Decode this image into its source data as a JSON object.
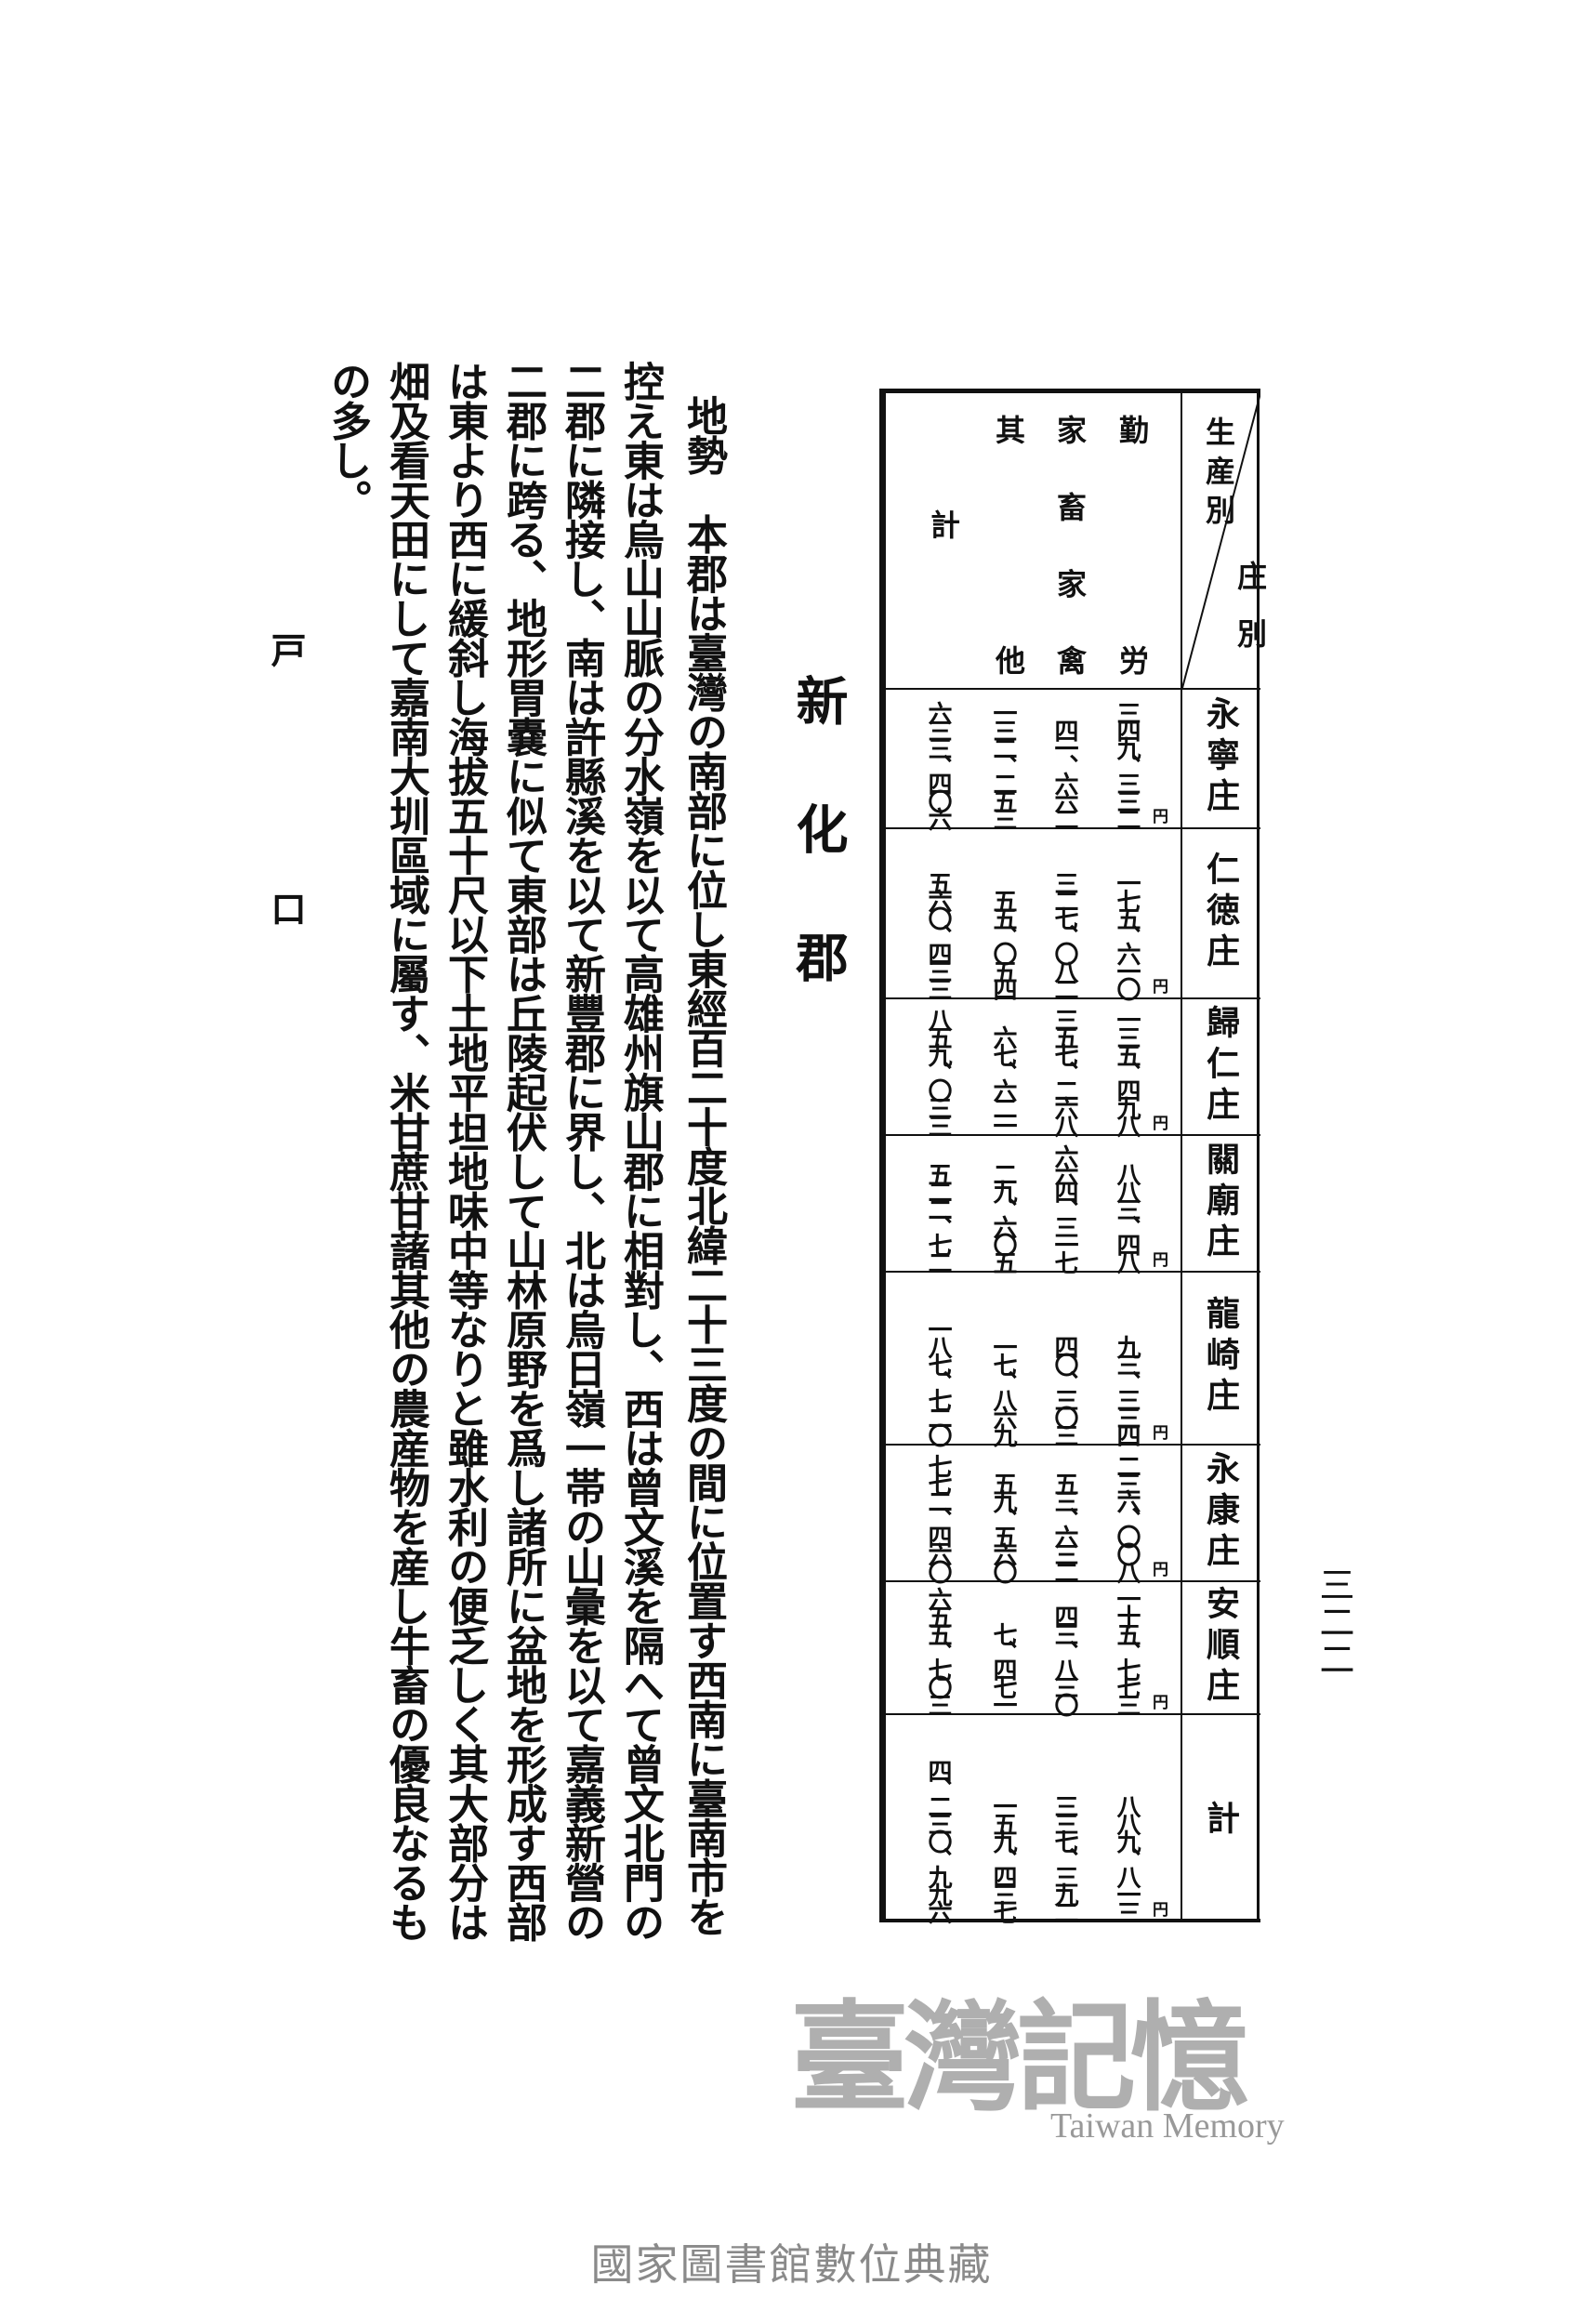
{
  "page_number": "三二二",
  "title": "新化郡",
  "paragraph_columns": [
    "地勢　本郡は臺灣の南部に位し東經百二十度北緯二十三度の間に位置す西南に臺南市を",
    "控え東は烏山山脈の分水嶺を以て高雄州旗山郡に相對し、西は曾文溪を隔へて曾文北門の",
    "二郡に隣接し、南は許縣溪を以て新豐郡に界し、北は烏日嶺一帯の山彙を以て嘉義新營の",
    "二郡に跨る、地形胃嚢に似て東部は丘陵起伏して山林原野を爲し諸所に盆地を形成す西部",
    "は東より西に緩斜し海拔五十尺以下土地平坦地味中等なりと雖水利の便乏しく其大部分は",
    "畑及看天田にして嘉南大圳區域に屬す、米甘蔗甘藷其他の農産物を産し牛畜の優良なるも",
    "の多し。"
  ],
  "next_heading": "戸口",
  "table": {
    "corner_row_label": "庄別",
    "corner_col_label": "生産別",
    "currency": "円",
    "columns": [
      "勤労",
      "家畜家禽",
      "其他",
      "計"
    ],
    "rows": [
      {
        "name": "永寧庄",
        "values": [
          "三四九、三三二",
          "四一、六六二",
          "一三二、二五三",
          "六三三、四〇六"
        ]
      },
      {
        "name": "仁徳庄",
        "values": [
          "一七五、六一〇",
          "三二七、〇八二",
          "五五、〇五四",
          "五六〇、四三三"
        ]
      },
      {
        "name": "歸仁庄",
        "values": [
          "一三五、四九八",
          "三五七、二六八",
          "六七、六二一",
          "八五九、〇三三"
        ]
      },
      {
        "name": "關廟庄",
        "values": [
          "八八三、四八",
          "六六四、三一七",
          "二九、六〇五",
          "五二二、七二"
        ]
      },
      {
        "name": "龍崎庄",
        "values": [
          "九三、三三四",
          "四〇、三〇三",
          "一七、八六九",
          "一八七、七二〇"
        ]
      },
      {
        "name": "永康庄",
        "values": [
          "二三六、〇〇八",
          "五三、六三二",
          "五九、五六〇",
          "七七二、四六〇"
        ]
      },
      {
        "name": "安順庄",
        "values": [
          "一十五、七七三",
          "四三、八三〇",
          "七、四七一",
          "六五五、七〇三"
        ]
      },
      {
        "name": "計",
        "values": [
          "八八九、八一三",
          "三三七、三九二",
          "一五九、四三七",
          "四、二三〇、九九六"
        ]
      }
    ]
  },
  "watermark": {
    "zh": "臺灣記憶",
    "en": "Taiwan Memory"
  },
  "footer": "國家圖書館數位典藏"
}
